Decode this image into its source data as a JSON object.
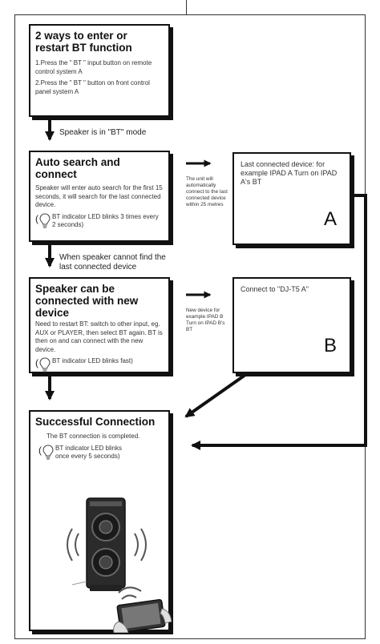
{
  "box1": {
    "title": "2 ways to enter or restart BT function",
    "line1": "1.Press the \" BT \" input button on remote control system A",
    "line2": "2.Press the \" BT \" button on front control panel system A"
  },
  "step1_caption": "Speaker is in \"BT\" mode",
  "box2": {
    "title": "Auto search and connect",
    "body": "Speaker will enter auto search for the first 15 seconds, it will search for the last connected device.",
    "led_text": "BT indicator LED blinks 3 times every 2 seconds)",
    "paren": "("
  },
  "note_a": "The unit will automatically connect to the last connected device within 25 metres",
  "box_a": {
    "text": "Last connected device: for example IPAD A Turn on IPAD A's BT",
    "letter": "A"
  },
  "step2_caption": "When speaker cannot find the last connected device",
  "box3": {
    "title": "Speaker can be connected with new device",
    "body": "Need to restart BT: switch to other input, eg. AUX or PLAYER, then select BT again. BT is then on and can connect with the new device.",
    "led_text": "BT indicator LED blinks fast)",
    "paren": "("
  },
  "note_b": "New device for example IPAD B Turn on IPAD B's BT",
  "box_b": {
    "text": "Connect to \"DJ-T5 A\"",
    "letter": "B"
  },
  "box4": {
    "title": "Successful Connection",
    "body": "The BT connection is completed.",
    "led_text": "BT indicator LED blinks once every 5 seconds)",
    "paren": "("
  }
}
